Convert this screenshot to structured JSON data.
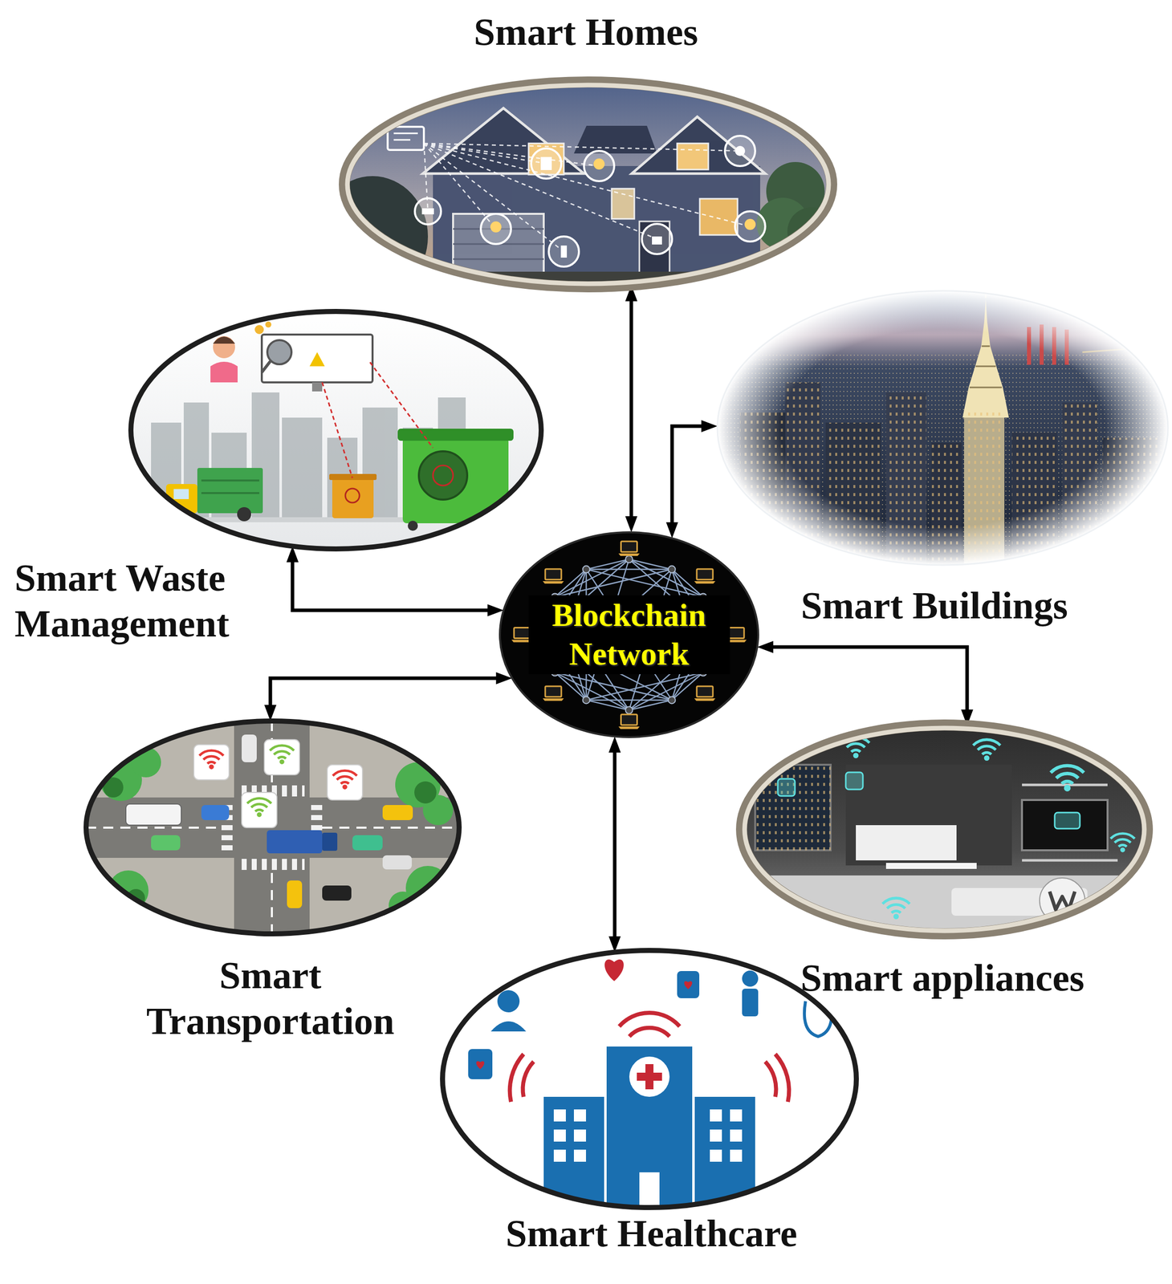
{
  "diagram": {
    "nodes": [
      {
        "text": [
          "Smart Homes"
        ]
      },
      {
        "text": [
          "Smart Buildings"
        ]
      },
      {
        "text": [
          "Smart Waste Management"
        ]
      },
      {
        "text": [
          "Blockchain Network"
        ]
      },
      {
        "text": [
          "Smart Transportation"
        ]
      },
      {
        "text": [
          "Smart appliances"
        ]
      },
      {
        "text": [
          "Smart Healthcare"
        ]
      }
    ],
    "edges": [
      {
        "from": 3,
        "to": 0,
        "arrow": "both"
      },
      {
        "from": 3,
        "to": 1,
        "arrow": "both"
      },
      {
        "from": 3,
        "to": 2,
        "arrow": "both"
      },
      {
        "from": 3,
        "to": 4,
        "arrow": "both"
      },
      {
        "from": 3,
        "to": 5,
        "arrow": "both"
      },
      {
        "from": 3,
        "to": 6,
        "arrow": "both"
      }
    ]
  }
}
